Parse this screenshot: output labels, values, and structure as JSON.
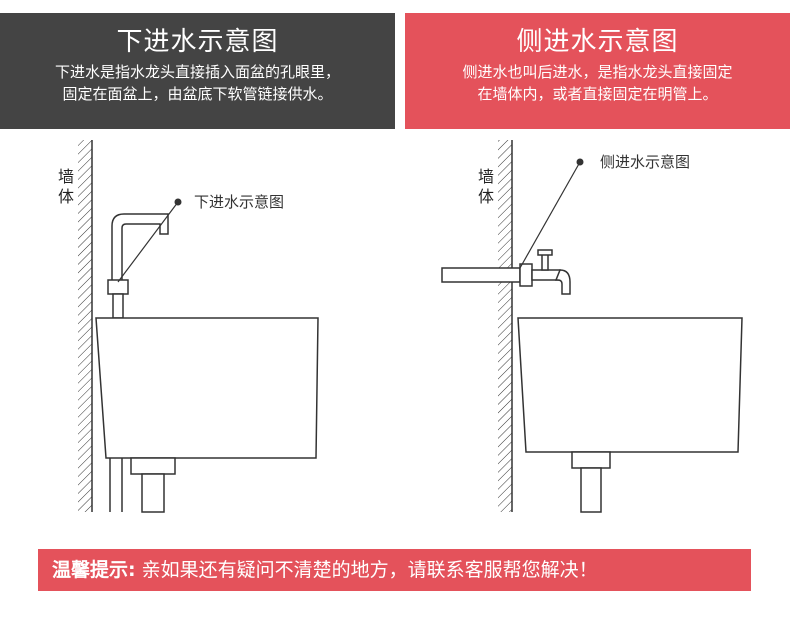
{
  "left_panel": {
    "title": "下进水示意图",
    "desc_line1": "下进水是指水龙头直接插入面盆的孔眼里，",
    "desc_line2": "固定在面盆上，由盆底下软管链接供水。"
  },
  "right_panel": {
    "title": "侧进水示意图",
    "desc_line1": "侧进水也叫后进水，是指水龙头直接固定",
    "desc_line2": "在墙体内，或者直接固定在明管上。"
  },
  "diagrams": {
    "left_callout": "下进水示意图",
    "right_callout": "侧进水示意图",
    "wall_label_char1": "墙",
    "wall_label_char2": "体"
  },
  "tip": {
    "label": "温馨提示:",
    "text": " 亲如果还有疑问不清楚的地方，请联系客服帮您解决！"
  },
  "colors": {
    "dark_panel": "#444444",
    "accent_red": "#e4525b",
    "line": "#333333"
  }
}
